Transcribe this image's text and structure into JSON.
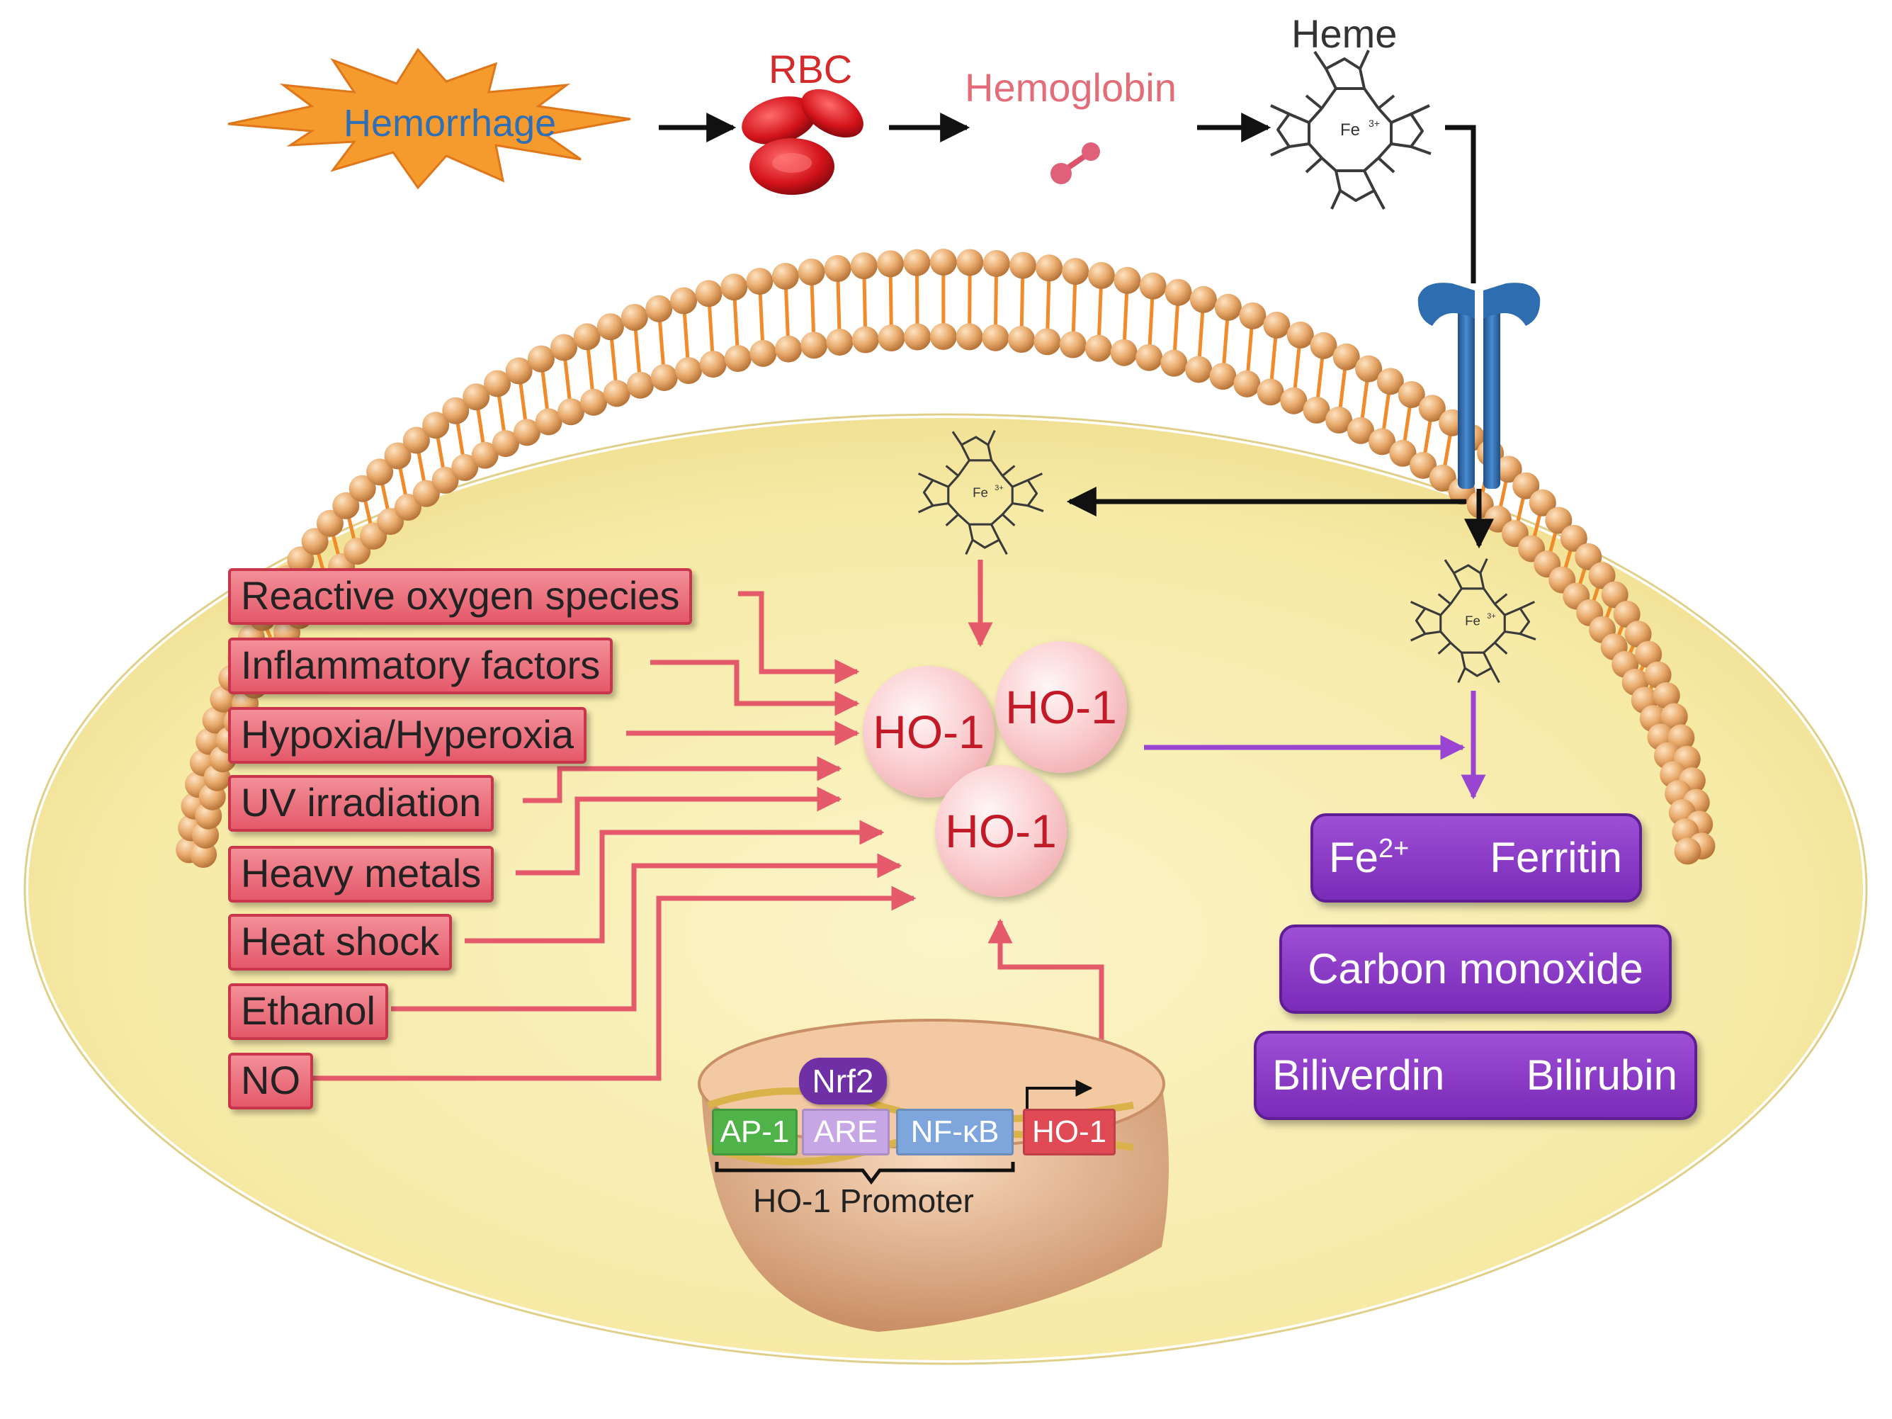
{
  "pathway": {
    "hemorrhage": "Hemorrhage",
    "rbc": "RBC",
    "hemoglobin": "Hemoglobin",
    "heme": "Heme",
    "iron_label": "Fe3+"
  },
  "stimuli": [
    "Reactive oxygen species",
    "Inflammatory factors",
    "Hypoxia/Hyperoxia",
    "UV irradiation",
    "Heavy metals",
    "Heat shock",
    "Ethanol",
    "NO"
  ],
  "enzyme": {
    "label": "HO-1"
  },
  "products": {
    "iron_left": "Fe",
    "iron_sup": "2+",
    "iron_right": "Ferritin",
    "co": "Carbon monoxide",
    "bili_left": "Biliverdin",
    "bili_right": "Bilirubin"
  },
  "nucleus": {
    "nrf2": "Nrf2",
    "ap1": "AP-1",
    "are": "ARE",
    "nfkb": "NF-κB",
    "gene": "HO-1",
    "promoter": "HO-1 Promoter"
  },
  "colors": {
    "stimulus_fill": "#e5596a",
    "stimulus_arrow": "#e45a6a",
    "product_fill": "#8a3dc7",
    "cell": "#f8eeb0",
    "membrane_head": "#e8ab6d",
    "receptor": "#2e6db0",
    "rbc": "#d01f26"
  }
}
